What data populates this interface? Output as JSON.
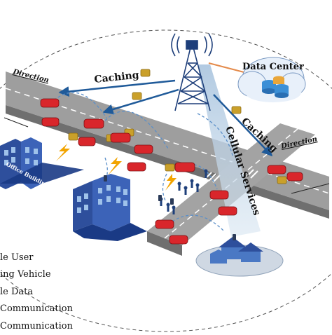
{
  "labels": {
    "data_center": "Data Center",
    "caching_left": "Caching",
    "caching_right": "Caching",
    "cellular": "Cellular Services",
    "direction_left": "Direction",
    "direction_right": "Direction",
    "office_building": "Office Building"
  },
  "legend": [
    "le User",
    "ing Vehicle",
    "le Data",
    "Communication",
    "Communication"
  ],
  "colors": {
    "road": "#9e9e9e",
    "road_edge": "#6f6f6f",
    "lane_mark": "#ffffff",
    "caching_arrow": "#1f5a99",
    "cellular_beam": "#7fa6c8",
    "vehicle": "#d9262b",
    "cache_drum": "#caa02a",
    "building": "#2e4f9c",
    "wired_link": "#e48a4a",
    "dashed_link": "#5b8fc9",
    "lightning": "#f2a400",
    "cloud": "#e8f0fa",
    "tower": "#1e3f7a"
  },
  "icons": [
    "tower-icon",
    "cloud-icon",
    "server-icon",
    "lightning-icon",
    "car-icon",
    "pedestrian-icon",
    "cache-icon",
    "building-icon",
    "house-icon"
  ]
}
